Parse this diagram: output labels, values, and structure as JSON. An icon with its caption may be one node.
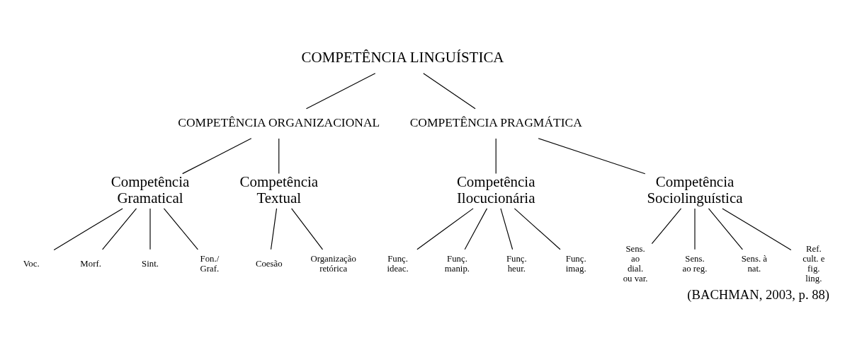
{
  "diagram": {
    "caption": "(BACHMAN, 2003, p. 88)",
    "nodes": [
      {
        "text": [
          "COMPETÊNCIA LINGUÍSTICA"
        ]
      },
      {
        "text": [
          "COMPETÊNCIA ORGANIZACIONAL"
        ]
      },
      {
        "text": [
          "COMPETÊNCIA PRAGMÁTICA"
        ]
      },
      {
        "text": [
          "Competência Gramatical"
        ]
      },
      {
        "text": [
          "Competência Textual"
        ]
      },
      {
        "text": [
          "Competência Ilocucionária"
        ]
      },
      {
        "text": [
          "Competência Sociolinguística"
        ]
      },
      {
        "text": [
          "Voc."
        ]
      },
      {
        "text": [
          "Morf."
        ]
      },
      {
        "text": [
          "Sint."
        ]
      },
      {
        "text": [
          "Fon./ Graf."
        ]
      },
      {
        "text": [
          "Coesão"
        ]
      },
      {
        "text": [
          "Organização retórica"
        ]
      },
      {
        "text": [
          "Funç. ideac."
        ]
      },
      {
        "text": [
          "Funç. manip."
        ]
      },
      {
        "text": [
          "Funç. heur."
        ]
      },
      {
        "text": [
          "Funç. imag."
        ]
      },
      {
        "text": [
          "Sens. ao dial. ou var."
        ]
      },
      {
        "text": [
          "Sens. ao reg."
        ]
      },
      {
        "text": [
          "Sens. à nat."
        ]
      },
      {
        "text": [
          "Ref. cult. e fig. ling."
        ]
      }
    ],
    "edges": [
      {
        "from": 0,
        "to": 1,
        "arrow": "none"
      },
      {
        "from": 0,
        "to": 2,
        "arrow": "none"
      },
      {
        "from": 1,
        "to": 3,
        "arrow": "none"
      },
      {
        "from": 1,
        "to": 4,
        "arrow": "none"
      },
      {
        "from": 2,
        "to": 5,
        "arrow": "none"
      },
      {
        "from": 2,
        "to": 6,
        "arrow": "none"
      },
      {
        "from": 3,
        "to": 7,
        "arrow": "none"
      },
      {
        "from": 3,
        "to": 8,
        "arrow": "none"
      },
      {
        "from": 3,
        "to": 9,
        "arrow": "none"
      },
      {
        "from": 3,
        "to": 10,
        "arrow": "none"
      },
      {
        "from": 4,
        "to": 11,
        "arrow": "none"
      },
      {
        "from": 4,
        "to": 12,
        "arrow": "none"
      },
      {
        "from": 5,
        "to": 13,
        "arrow": "none"
      },
      {
        "from": 5,
        "to": 14,
        "arrow": "none"
      },
      {
        "from": 5,
        "to": 15,
        "arrow": "none"
      },
      {
        "from": 5,
        "to": 16,
        "arrow": "none"
      },
      {
        "from": 6,
        "to": 17,
        "arrow": "none"
      },
      {
        "from": 6,
        "to": 18,
        "arrow": "none"
      },
      {
        "from": 6,
        "to": 19,
        "arrow": "none"
      },
      {
        "from": 6,
        "to": 20,
        "arrow": "none"
      }
    ]
  }
}
